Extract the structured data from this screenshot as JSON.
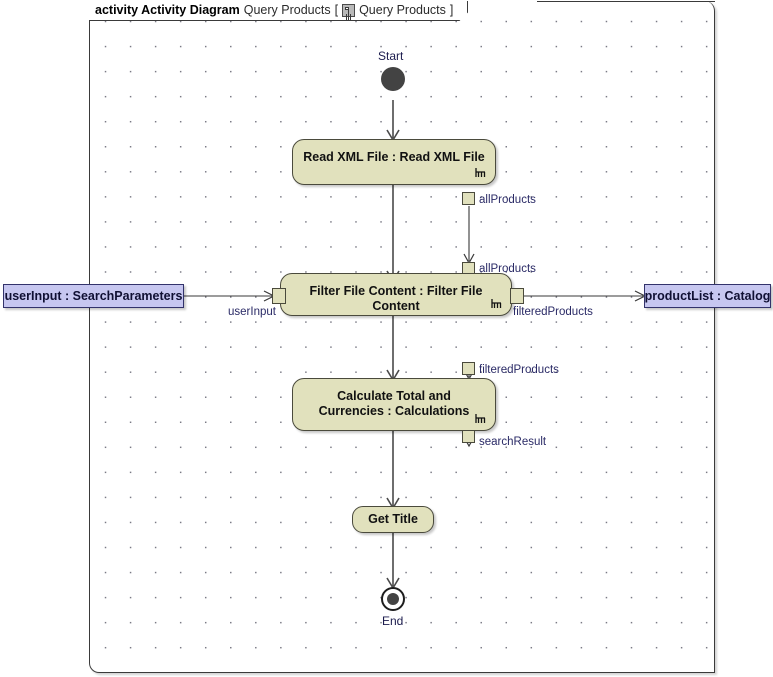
{
  "frame": {
    "keyword": "activity Activity Diagram",
    "name": "Query Products",
    "bracket_open": "[",
    "icon": "activity-diagram-icon",
    "inner_name": "Query Products",
    "bracket_close": "]"
  },
  "nodes": {
    "start": {
      "caption": "Start",
      "type": "initial-node"
    },
    "read_xml": {
      "label": "Read XML File : Read XML File",
      "type": "call-behavior-action"
    },
    "filter": {
      "label": "Filter File Content : Filter File Content",
      "type": "call-behavior-action"
    },
    "calculate": {
      "label": "Calculate Total and Currencies : Calculations",
      "type": "call-behavior-action"
    },
    "get_title": {
      "label": "Get Title",
      "type": "call-behavior-action"
    },
    "end": {
      "caption": "End",
      "type": "activity-final-node"
    },
    "user_input": {
      "label": "userInput : SearchParameters",
      "type": "object-node"
    },
    "product_list": {
      "label": "productList : Catalog",
      "type": "object-node"
    }
  },
  "pins": {
    "read_xml_out": "allProducts",
    "filter_in_top": "allProducts",
    "filter_in_left": "userInput",
    "filter_out_right": "filteredProducts",
    "calculate_in": "filteredProducts",
    "calculate_out": "searchResult"
  },
  "colors": {
    "activity_fill": "#e1e1bd",
    "activity_border": "#4a4a3c",
    "object_fill": "#c7c7f0",
    "object_border": "#33336b",
    "pin_label": "#2a2a66",
    "node_fill": "#434343",
    "canvas": "#ffffff",
    "grid_dot": "#7a7a85",
    "frame_border": "#3a3a3a"
  }
}
